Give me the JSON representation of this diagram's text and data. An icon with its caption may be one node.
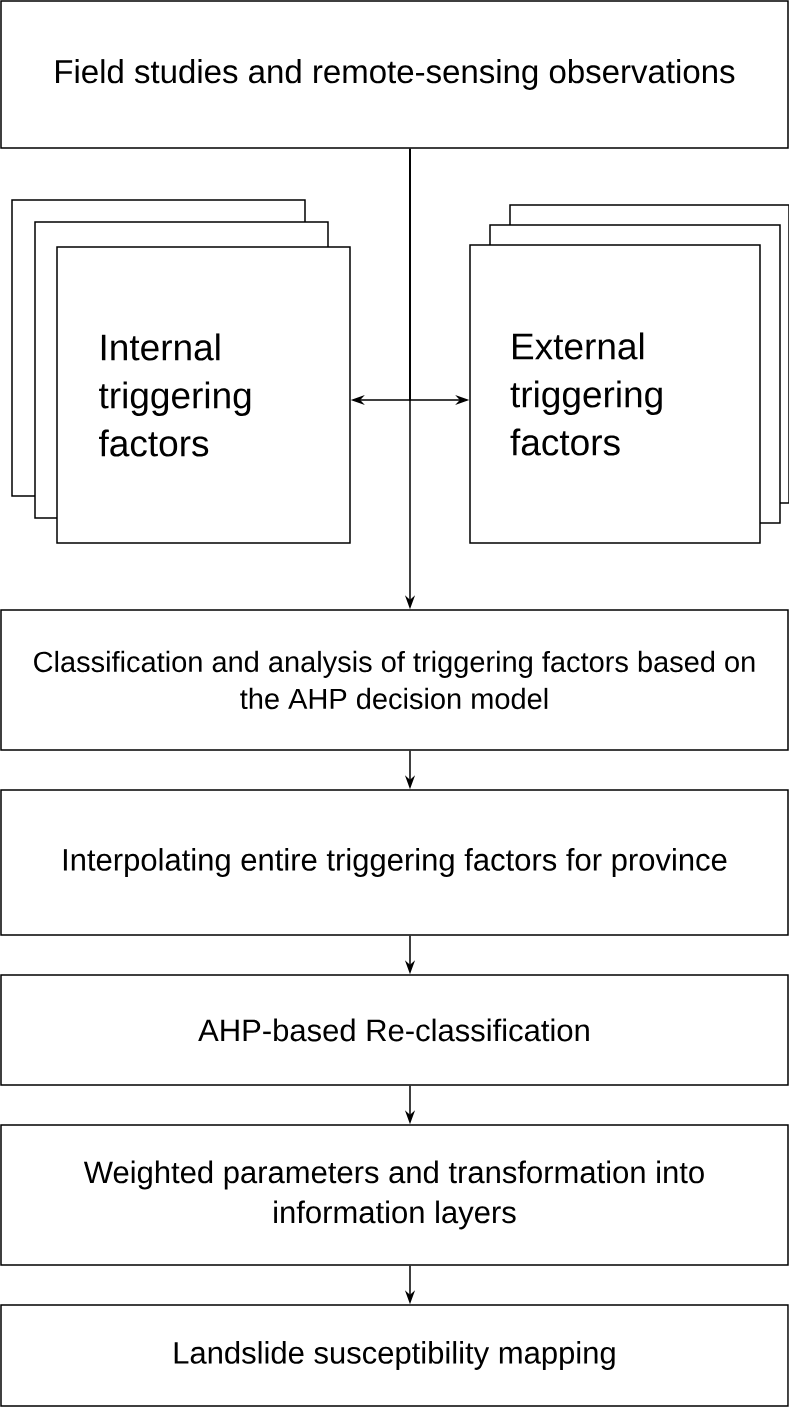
{
  "diagram": {
    "nodes": [
      {
        "text": [
          "Field studies and remote-sensing observations"
        ]
      },
      {
        "text": [
          "Internal triggering factors"
        ]
      },
      {
        "text": [
          "External triggering factors"
        ]
      },
      {
        "text": [
          "Classification and analysis of triggering factors based on the AHP decision model"
        ]
      },
      {
        "text": [
          "Interpolating entire triggering factors for province"
        ]
      },
      {
        "text": [
          "AHP-based Re-classification"
        ]
      },
      {
        "text": [
          "Weighted parameters and transformation into information layers"
        ]
      },
      {
        "text": [
          "Landslide susceptibility mapping"
        ]
      }
    ],
    "edges": [
      {
        "from": 0,
        "to": 1,
        "arrow": "to"
      },
      {
        "from": 0,
        "to": 2,
        "arrow": "to"
      },
      {
        "from": 0,
        "to": 3,
        "arrow": "to"
      },
      {
        "from": 3,
        "to": 4,
        "arrow": "to"
      },
      {
        "from": 4,
        "to": 5,
        "arrow": "to"
      },
      {
        "from": 5,
        "to": 6,
        "arrow": "to"
      },
      {
        "from": 6,
        "to": 7,
        "arrow": "to"
      }
    ]
  }
}
